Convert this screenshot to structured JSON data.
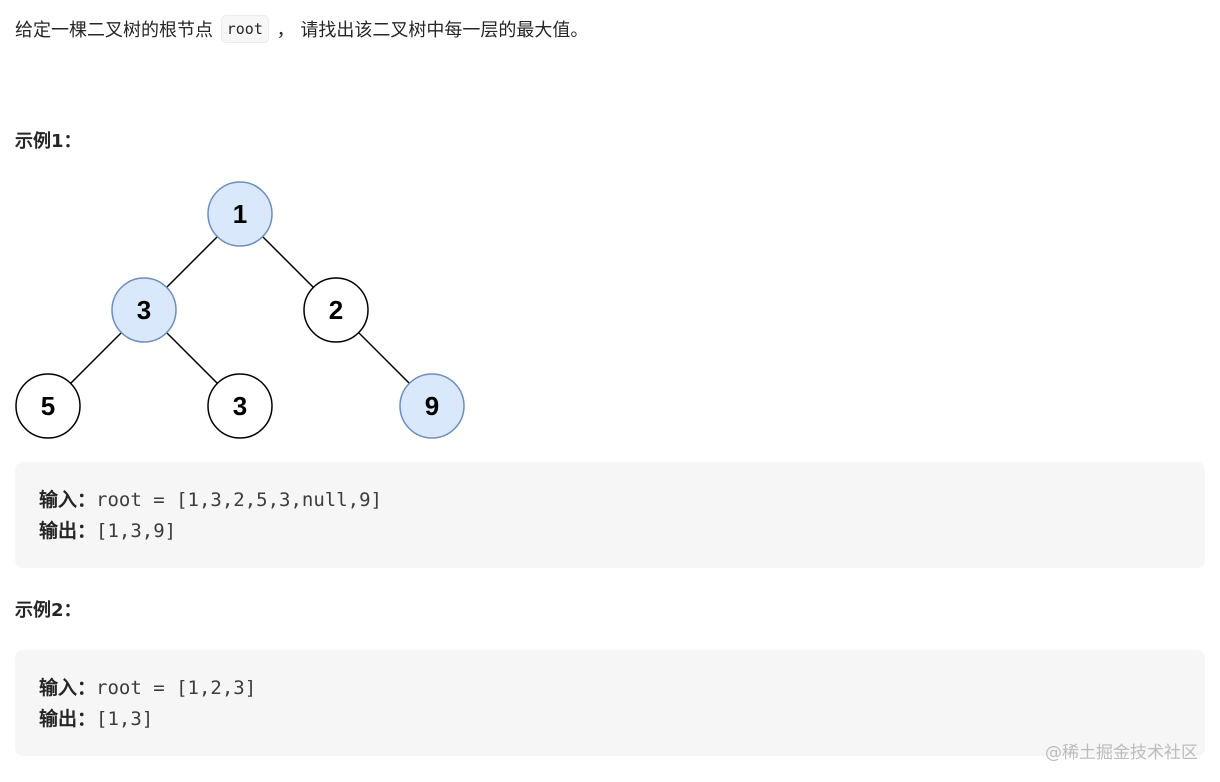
{
  "intro": {
    "before": "给定一棵二叉树的根节点",
    "code": "root",
    "after": "， 请找出该二叉树中每一层的最大值。"
  },
  "example1": {
    "heading": "示例1：",
    "input_label": "输入：",
    "input_value": "root = [1,3,2,5,3,null,9]",
    "output_label": "输出：",
    "output_value": "[1,3,9]"
  },
  "example2": {
    "heading": "示例2：",
    "input_label": "输入：",
    "input_value": "root = [1,2,3]",
    "output_label": "输出：",
    "output_value": "[1,3]"
  },
  "tree": {
    "nodes": [
      {
        "id": "n1",
        "value": "1",
        "highlighted": true
      },
      {
        "id": "n3a",
        "value": "3",
        "highlighted": true
      },
      {
        "id": "n2",
        "value": "2",
        "highlighted": false
      },
      {
        "id": "n5",
        "value": "5",
        "highlighted": false
      },
      {
        "id": "n3b",
        "value": "3",
        "highlighted": false
      },
      {
        "id": "n9",
        "value": "9",
        "highlighted": true
      }
    ],
    "colors": {
      "highlight_fill": "#dae8fc",
      "highlight_stroke": "#6c8ebf",
      "plain_fill": "#ffffff",
      "plain_stroke": "#000000"
    }
  },
  "watermark": "@稀土掘金技术社区"
}
